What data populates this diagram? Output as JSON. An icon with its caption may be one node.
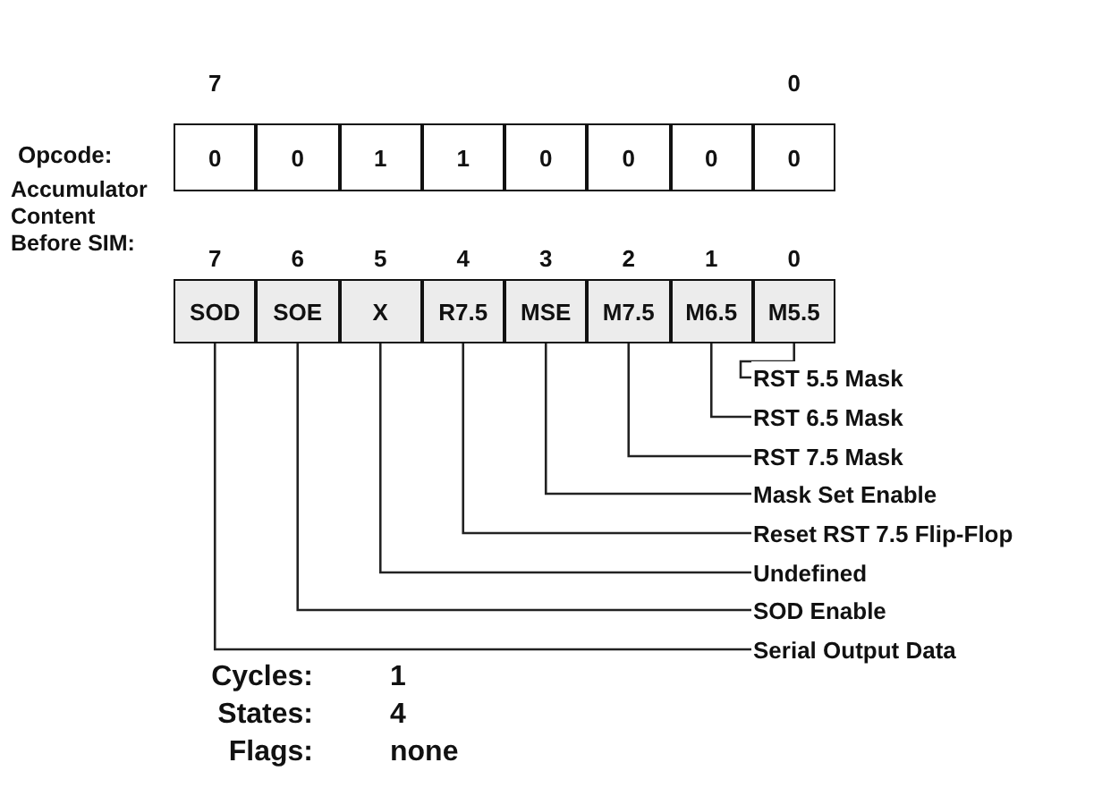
{
  "diagram": {
    "nodes": [
      {
        "text": [
          "0"
        ]
      },
      {
        "text": [
          "0"
        ]
      },
      {
        "text": [
          "1"
        ]
      },
      {
        "text": [
          "1"
        ]
      },
      {
        "text": [
          "0"
        ]
      },
      {
        "text": [
          "0"
        ]
      },
      {
        "text": [
          "0"
        ]
      },
      {
        "text": [
          "0"
        ]
      },
      {
        "text": [
          "SOD"
        ]
      },
      {
        "text": [
          "SOE"
        ]
      },
      {
        "text": [
          "X"
        ]
      },
      {
        "text": [
          "R7.5"
        ]
      },
      {
        "text": [
          "MSE"
        ]
      },
      {
        "text": [
          "M7.5"
        ]
      },
      {
        "text": [
          "M6.5"
        ]
      },
      {
        "text": [
          "M5.5"
        ]
      },
      {
        "text": [
          "RST 5.5 Mask"
        ]
      },
      {
        "text": [
          "RST 6.5 Mask"
        ]
      },
      {
        "text": [
          "RST 7.5 Mask"
        ]
      },
      {
        "text": [
          "Mask Set Enable"
        ]
      },
      {
        "text": [
          "Reset RST 7.5 Flip-Flop"
        ]
      },
      {
        "text": [
          "Undefined"
        ]
      },
      {
        "text": [
          "SOD Enable"
        ]
      },
      {
        "text": [
          "Serial Output Data"
        ]
      }
    ],
    "edges": [
      {
        "from": 16,
        "to": 15,
        "arrow": "none"
      },
      {
        "from": 17,
        "to": 14,
        "arrow": "none"
      },
      {
        "from": 18,
        "to": 13,
        "arrow": "none"
      },
      {
        "from": 19,
        "to": 12,
        "arrow": "none"
      },
      {
        "from": 20,
        "to": 11,
        "arrow": "none"
      },
      {
        "from": 21,
        "to": 10,
        "arrow": "none"
      },
      {
        "from": 22,
        "to": 9,
        "arrow": "none"
      },
      {
        "from": 23,
        "to": 8,
        "arrow": "none"
      }
    ],
    "labels": [
      "7",
      "0",
      "Opcode:",
      "Accumulator Content Before SIM:",
      "7",
      "6",
      "5",
      "4",
      "3",
      "2",
      "1",
      "0",
      "Cycles:",
      "1",
      "States:",
      "4",
      "Flags:",
      "none"
    ]
  }
}
